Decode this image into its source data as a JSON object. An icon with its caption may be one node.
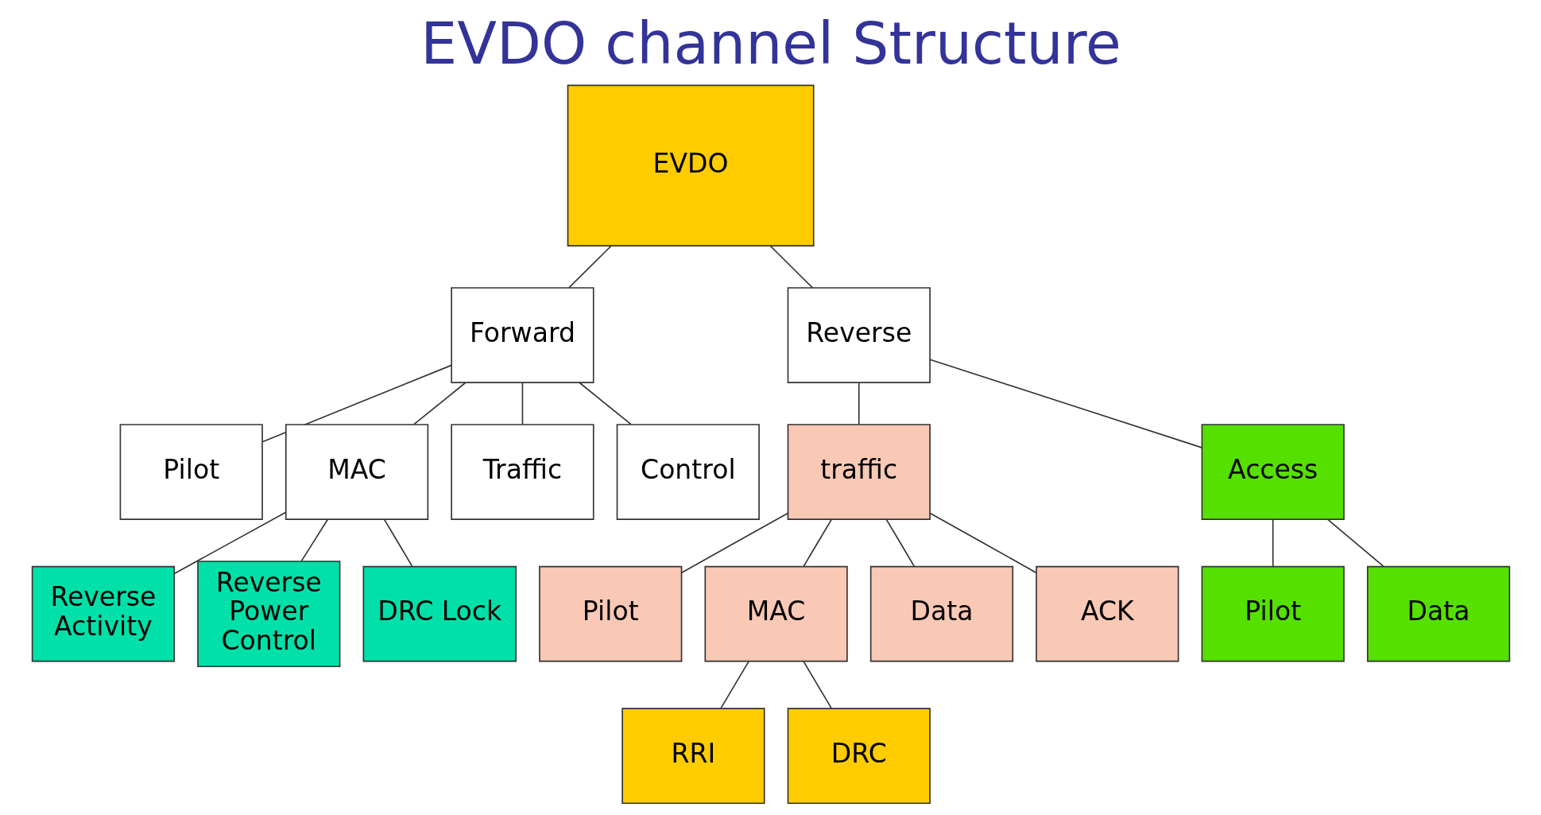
{
  "diagram": {
    "title": "EVDO channel Structure",
    "nodes": [
      {
        "text": [
          "EVDO"
        ]
      },
      {
        "text": [
          "Forward"
        ]
      },
      {
        "text": [
          "Reverse"
        ]
      },
      {
        "text": [
          "Pilot"
        ]
      },
      {
        "text": [
          "MAC"
        ]
      },
      {
        "text": [
          "Traffic"
        ]
      },
      {
        "text": [
          "Control"
        ]
      },
      {
        "text": [
          "Reverse Activity"
        ]
      },
      {
        "text": [
          "Reverse Power Control"
        ]
      },
      {
        "text": [
          "DRC Lock"
        ]
      },
      {
        "text": [
          "traffic"
        ]
      },
      {
        "text": [
          "Access"
        ]
      },
      {
        "text": [
          "Pilot"
        ]
      },
      {
        "text": [
          "MAC"
        ]
      },
      {
        "text": [
          "Data"
        ]
      },
      {
        "text": [
          "ACK"
        ]
      },
      {
        "text": [
          "Pilot"
        ]
      },
      {
        "text": [
          "Data"
        ]
      },
      {
        "text": [
          "RRI"
        ]
      },
      {
        "text": [
          "DRC"
        ]
      }
    ],
    "edges": [
      {
        "from": 0,
        "to": 1,
        "arrow": "none"
      },
      {
        "from": 0,
        "to": 2,
        "arrow": "none"
      },
      {
        "from": 1,
        "to": 3,
        "arrow": "none"
      },
      {
        "from": 1,
        "to": 4,
        "arrow": "none"
      },
      {
        "from": 1,
        "to": 5,
        "arrow": "none"
      },
      {
        "from": 1,
        "to": 6,
        "arrow": "none"
      },
      {
        "from": 4,
        "to": 7,
        "arrow": "none"
      },
      {
        "from": 4,
        "to": 8,
        "arrow": "none"
      },
      {
        "from": 4,
        "to": 9,
        "arrow": "none"
      },
      {
        "from": 2,
        "to": 10,
        "arrow": "none"
      },
      {
        "from": 2,
        "to": 11,
        "arrow": "none"
      },
      {
        "from": 10,
        "to": 12,
        "arrow": "none"
      },
      {
        "from": 10,
        "to": 13,
        "arrow": "none"
      },
      {
        "from": 10,
        "to": 14,
        "arrow": "none"
      },
      {
        "from": 10,
        "to": 15,
        "arrow": "none"
      },
      {
        "from": 11,
        "to": 16,
        "arrow": "none"
      },
      {
        "from": 11,
        "to": 17,
        "arrow": "none"
      },
      {
        "from": 13,
        "to": 18,
        "arrow": "none"
      },
      {
        "from": 13,
        "to": 19,
        "arrow": "none"
      }
    ]
  }
}
